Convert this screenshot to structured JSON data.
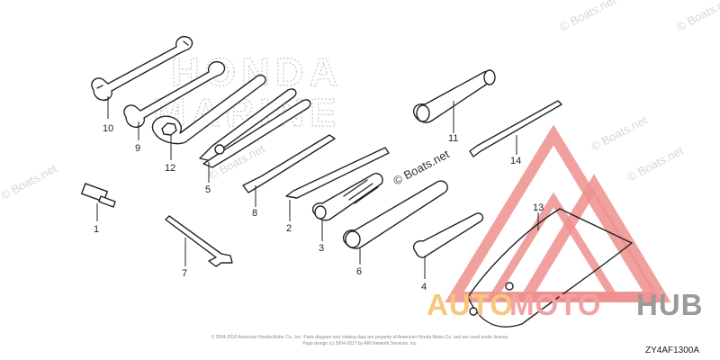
{
  "watermarks": {
    "honda_line1": "HONDA",
    "honda_line2": "MARINE",
    "boats_text": "© Boats.net"
  },
  "callouts": {
    "c1": "1",
    "c2": "2",
    "c3": "3",
    "c4": "4",
    "c5": "5",
    "c6": "6",
    "c7": "7",
    "c8": "8",
    "c9": "9",
    "c10": "10",
    "c11": "11",
    "c12": "12",
    "c13": "13",
    "c14": "14"
  },
  "footer": {
    "copyright_line1": "© 2004-2010 American Honda Motor Co., Inc. Parts diagram and catalog data are property of American Honda Motor Co. and are used under license.",
    "copyright_line2": "Page design (c) 2004-2017 by ARI Network Services, Inc.",
    "diagram_code": "ZY4AF1300A"
  },
  "brand_logo": {
    "part1": "AUTO",
    "part2": "MOTO",
    "part3": "HUB",
    "colors": {
      "auto": "#f6c77c",
      "moto": "#f2a2a2",
      "hub": "#9a9a9a",
      "mountain": "#ef8f8f"
    }
  }
}
